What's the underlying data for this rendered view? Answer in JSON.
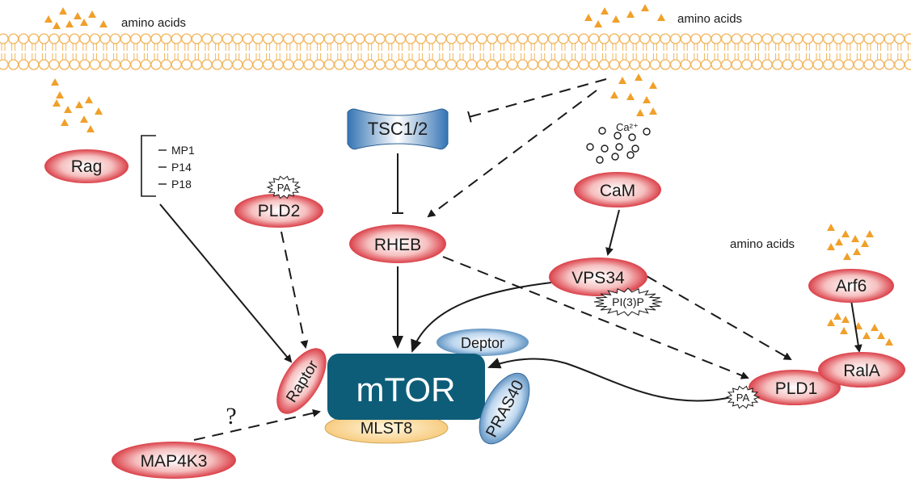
{
  "labels": {
    "amino_acids_1": "amino acids",
    "amino_acids_2": "amino acids",
    "amino_acids_3": "amino acids",
    "calcium": "Ca²⁺",
    "question": "?"
  },
  "nodes": {
    "rag": "Rag",
    "pld2": "PLD2",
    "rheb": "RHEB",
    "tsc": "TSC1/2",
    "cam": "CaM",
    "vps34": "VPS34",
    "arf6": "Arf6",
    "rala": "RalA",
    "pld1": "PLD1",
    "mtor": "mTOR",
    "raptor": "Raptor",
    "deptor": "Deptor",
    "pras40": "PRAS40",
    "mlst8": "MLST8",
    "map4k3": "MAP4K3"
  },
  "badges": {
    "pa_pld2": "PA",
    "pa_pld1": "PA",
    "pi3p": "PI(3)P"
  },
  "rag_components": [
    "MP1",
    "P14",
    "P18"
  ],
  "colors": {
    "red_node": "#d31f2a",
    "blue_node": "#2f6ea8",
    "mtor": "#0d5d78",
    "mlst8": "#f6c46e",
    "amino_acid": "#f0a02a",
    "membrane": "#f2b45a"
  }
}
